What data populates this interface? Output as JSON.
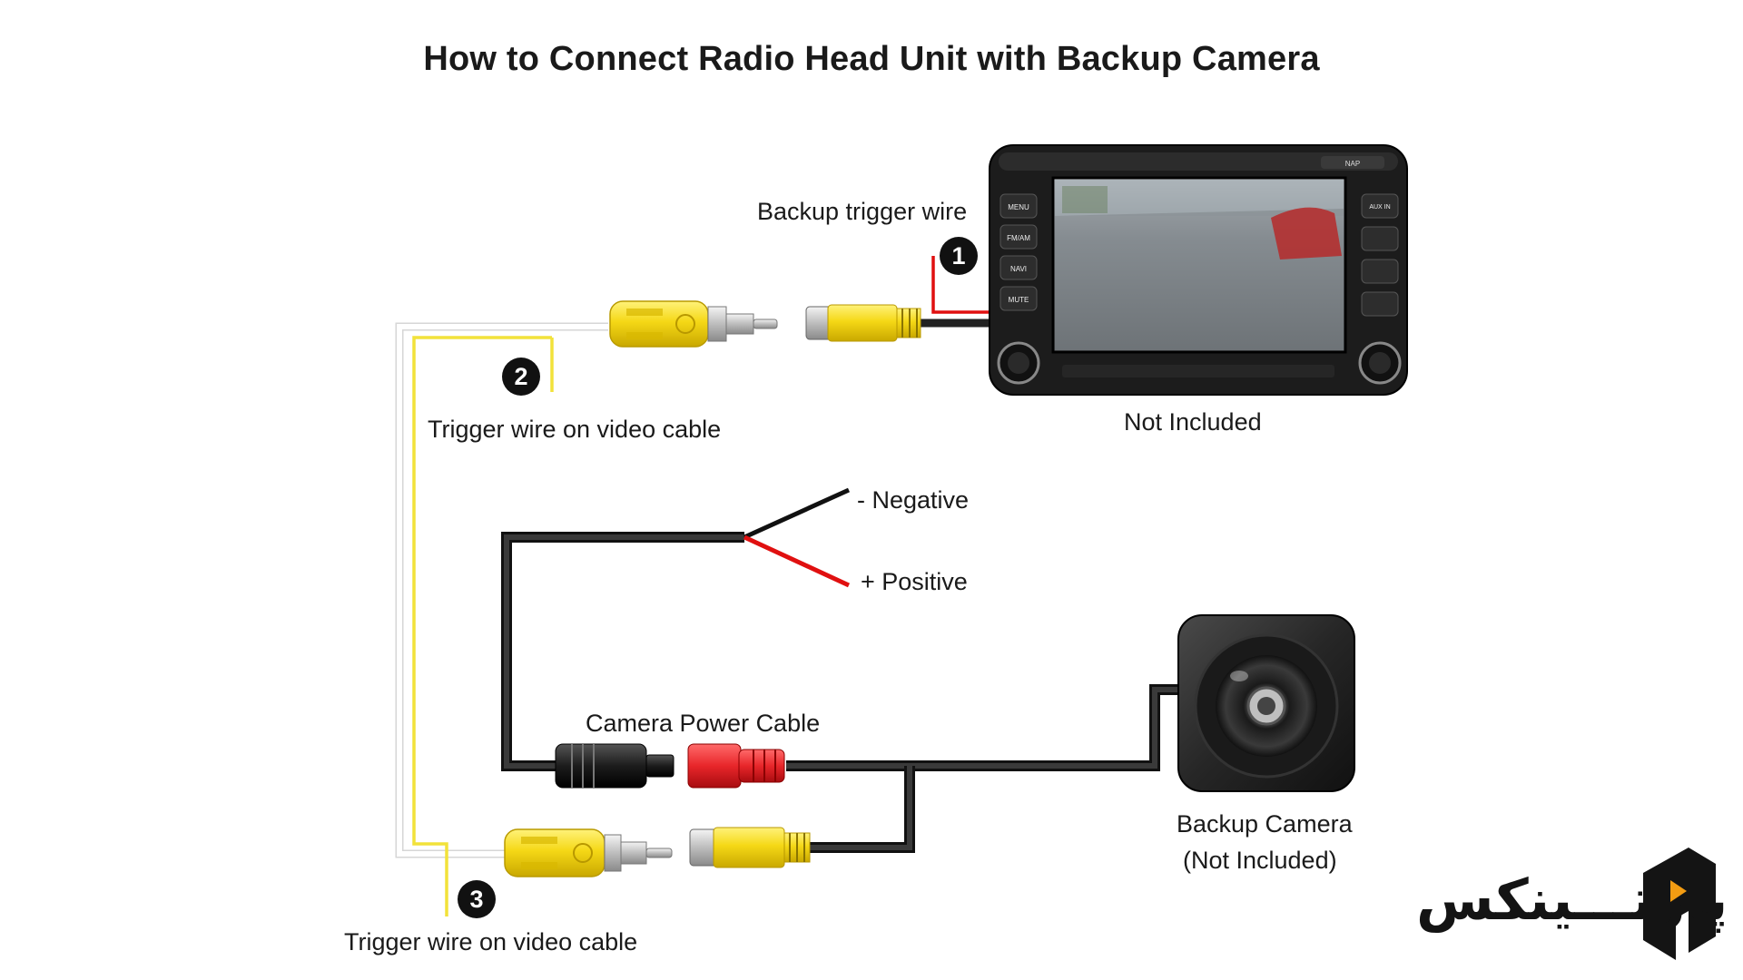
{
  "title": "How to Connect Radio Head Unit with Backup Camera",
  "labels": {
    "backup_trigger_wire": "Backup trigger wire",
    "trigger_wire_top": "Trigger wire on video cable",
    "not_included": "Not Included",
    "negative": "- Negative",
    "positive": "+ Positive",
    "camera_power_cable": "Camera Power Cable",
    "backup_camera": "Backup Camera",
    "backup_camera_sub": "(Not Included)",
    "trigger_wire_bottom": "Trigger wire on video cable"
  },
  "steps": [
    "1",
    "2",
    "3"
  ],
  "head_unit": {
    "left_buttons": [
      "MENU",
      "FM/AM",
      "NAVI",
      "MUTE"
    ],
    "top_right_button": "NAP",
    "right_buttons": [
      "AUX IN"
    ]
  },
  "logo": {
    "text": "پارتـــینکس"
  },
  "colors": {
    "cable_black": "#222222",
    "wire_red": "#e01010",
    "wire_yellow": "#f2e23a",
    "connector_yellow": "#f5d816",
    "connector_red": "#e8262a",
    "logo_accent": "#f39c12"
  }
}
